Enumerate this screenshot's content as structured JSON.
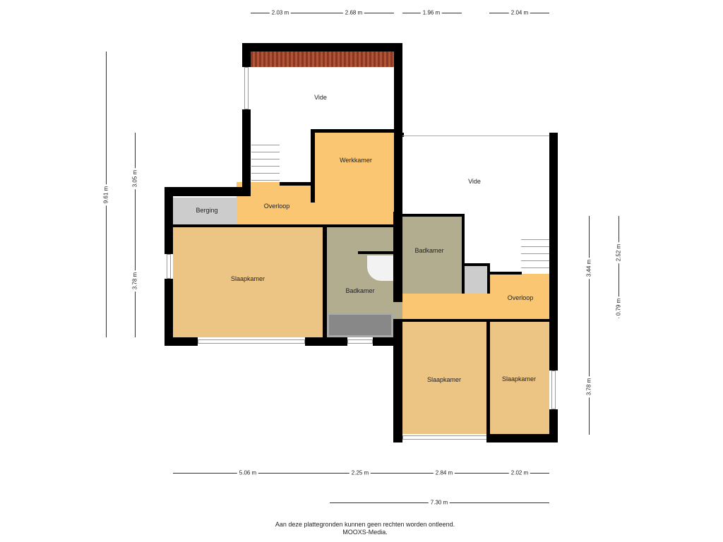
{
  "rooms": {
    "vide_left": "Vide",
    "werkkamer": "Werkkamer",
    "overloop_left": "Overloop",
    "berging": "Berging",
    "slaapkamer_left": "Slaapkamer",
    "badkamer_left": "Badkamer",
    "badkamer_right": "Badkamer",
    "vide_right": "Vide",
    "overloop_right": "Overloop",
    "slaapkamer_mid": "Slaapkamer",
    "slaapkamer_right": "Slaapkamer"
  },
  "dimensions": {
    "top": [
      "2.03 m",
      "2.68 m",
      "1.96 m",
      "2.04 m"
    ],
    "left": [
      "9.61 m",
      "3.05 m",
      "3.78 m"
    ],
    "right": [
      "3.44 m",
      "2.52 m",
      "0.79 m",
      "3.78 m"
    ],
    "bottom": [
      "5.06 m",
      "2.25 m",
      "2.84 m",
      "2.02 m"
    ],
    "bottom_total": "7.30 m"
  },
  "footer": {
    "line1": "Aan deze plattegronden kunnen geen rechten worden ontleend.",
    "line2": "MOOXS-Media."
  }
}
